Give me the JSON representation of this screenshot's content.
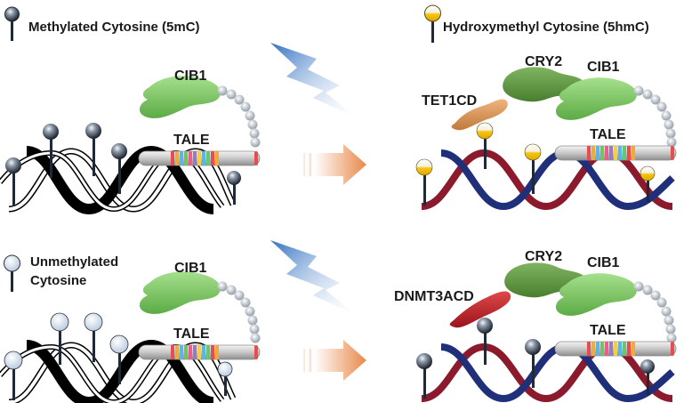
{
  "top_left": {
    "legend": "Methylated Cytosine  (5mC)",
    "cib1": "CIB1",
    "tale": "TALE"
  },
  "top_right": {
    "legend": "Hydroxymethyl Cytosine (5hmC)",
    "cry2": "CRY2",
    "cib1": "CIB1",
    "enzyme": "TET1CD",
    "tale": "TALE"
  },
  "bottom_left": {
    "legend_line1": "Unmethylated",
    "legend_line2": "Cytosine",
    "cib1": "CIB1",
    "tale": "TALE"
  },
  "bottom_right": {
    "cry2": "CRY2",
    "cib1": "CIB1",
    "enzyme": "DNMT3ACD",
    "tale": "TALE"
  },
  "colors": {
    "methyl_dark": "#1f2a36",
    "hydroxy_yellow": "#f5c400",
    "unmethyl_light": "#cfdcea",
    "cib1_green": "#7fc96b",
    "cry2_green": "#5e9b3f",
    "tet1_orange": "#d99a5f",
    "dnmt_red": "#c4232c",
    "dna_red": "#8b1a2c",
    "dna_blue": "#1f2f7a",
    "light_blue": "#4a7fc8",
    "arrow_orange": "#e8894a"
  }
}
